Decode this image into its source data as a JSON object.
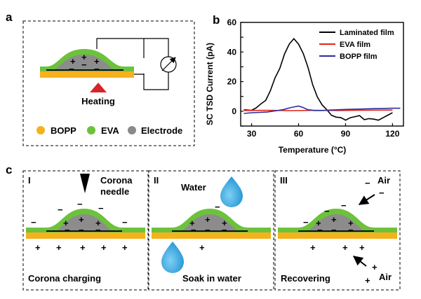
{
  "panel_a": {
    "label": "a",
    "heating": "Heating",
    "legend": [
      {
        "label": "BOPP",
        "color": "#f5b21c"
      },
      {
        "label": "EVA",
        "color": "#6cc23b"
      },
      {
        "label": "Electrode",
        "color": "#8a8a8a"
      }
    ]
  },
  "panel_b": {
    "label": "b",
    "ylabel": "SC TSD Current (pA)",
    "xlabel": "Temperature (°C)"
  },
  "panel_c": {
    "label": "c",
    "sub1": {
      "roman": "I",
      "tag1": "Corona",
      "tag2": "needle",
      "caption": "Corona charging"
    },
    "sub2": {
      "roman": "II",
      "tag": "Water",
      "caption": "Soak in water"
    },
    "sub3": {
      "roman": "III",
      "air_top": "Air",
      "air_bottom": "Air",
      "caption": "Recovering"
    }
  },
  "colors": {
    "bopp": "#f5b21c",
    "eva": "#6cc23b",
    "electrode": "#8a8a8a",
    "heating": "#d9232a",
    "water": "#29a3e0"
  },
  "chart_data": {
    "type": "line",
    "xlabel": "Temperature (°C)",
    "ylabel": "SC TSD Current (pA)",
    "xlim": [
      23,
      127
    ],
    "ylim": [
      -10,
      60
    ],
    "xticks": [
      30,
      60,
      90,
      120
    ],
    "yticks": [
      -10,
      0,
      10,
      20,
      30,
      40,
      50,
      60
    ],
    "legend_position": "top-right",
    "series": [
      {
        "name": "Laminated film",
        "color": "#000000",
        "x": [
          25,
          30,
          33,
          36,
          39,
          42,
          45,
          48,
          51,
          54,
          57,
          60,
          63,
          66,
          69,
          72,
          75,
          78,
          81,
          84,
          87,
          90,
          93,
          96,
          99,
          102,
          105,
          108,
          111,
          114,
          117,
          120
        ],
        "y": [
          2,
          1,
          2,
          4,
          8,
          14,
          22,
          30,
          39,
          45,
          48,
          46,
          39,
          29,
          19,
          10,
          4,
          0,
          -2,
          -4,
          -5,
          -5,
          -4,
          -4,
          -4,
          -5,
          -5,
          -6,
          -5,
          -4,
          -3,
          -2
        ]
      },
      {
        "name": "EVA film",
        "color": "#e2231a",
        "x": [
          25,
          40,
          55,
          70,
          85,
          100,
          115,
          120
        ],
        "y": [
          0.5,
          0.6,
          0.4,
          0.6,
          0.5,
          0.7,
          0.8,
          0.8
        ]
      },
      {
        "name": "BOPP film",
        "color": "#2b2d9b",
        "x": [
          25,
          30,
          40,
          50,
          55,
          60,
          63,
          66,
          70,
          75,
          80,
          90,
          100,
          110,
          120,
          125
        ],
        "y": [
          -1.5,
          -1,
          -0.5,
          1,
          2.5,
          3.5,
          2.5,
          1,
          0.5,
          0.5,
          0.8,
          1.2,
          1.5,
          1.8,
          2,
          2
        ]
      }
    ]
  }
}
